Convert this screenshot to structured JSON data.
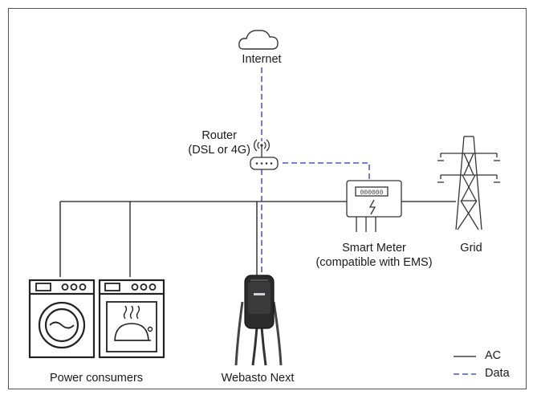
{
  "diagram": {
    "nodes": {
      "internet": {
        "label": "Internet",
        "icon": "cloud-icon"
      },
      "router": {
        "label_line1": "Router",
        "label_line2": "(DSL or 4G)",
        "icon": "router-icon"
      },
      "smart_meter": {
        "label_line1": "Smart Meter",
        "label_line2": "(compatible with EMS)",
        "icon": "smart-meter-icon",
        "display_digits": "000000"
      },
      "grid": {
        "label": "Grid",
        "icon": "power-pylon-icon"
      },
      "power_consumers": {
        "label": "Power consumers",
        "icons": [
          "washing-machine-icon",
          "oven-icon"
        ]
      },
      "webasto_next": {
        "label": "Webasto Next",
        "icon": "wallbox-charger-icon"
      }
    },
    "legend": [
      {
        "label": "AC",
        "style": "solid",
        "color": "#1a1a1a"
      },
      {
        "label": "Data",
        "style": "dashed",
        "color": "#2233cc"
      }
    ]
  }
}
